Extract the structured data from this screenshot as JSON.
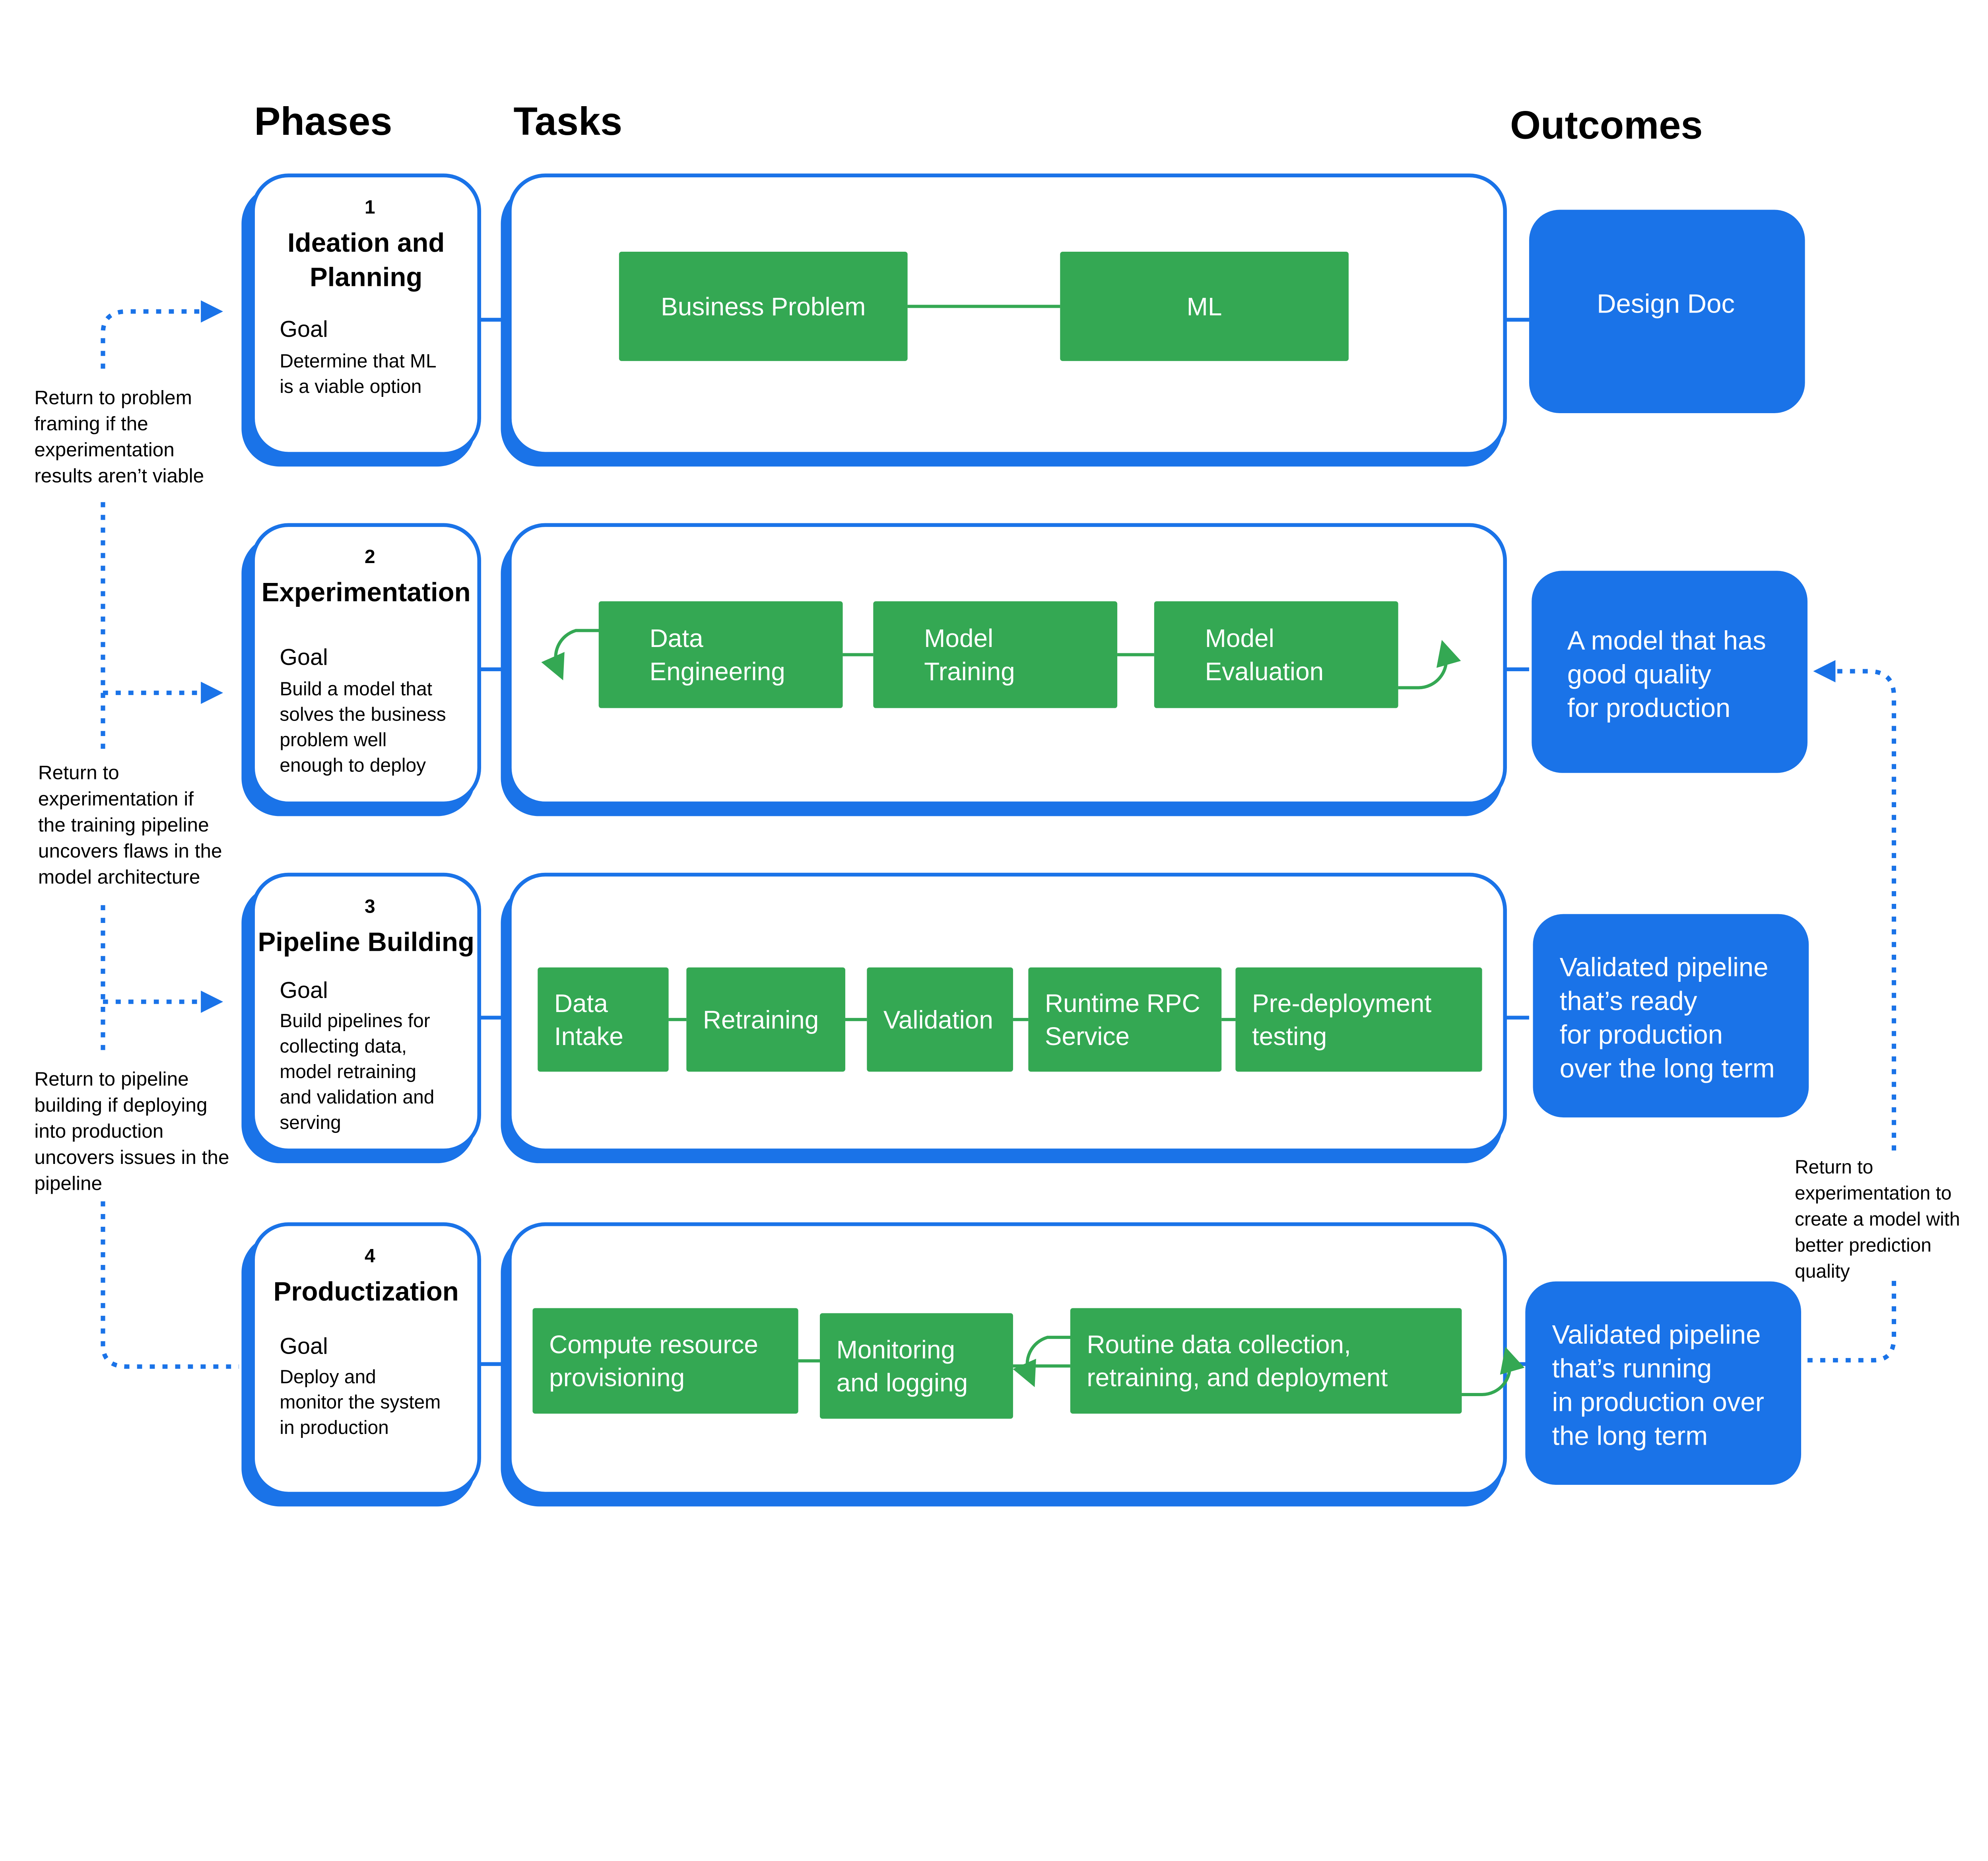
{
  "headers": {
    "phases": "Phases",
    "tasks": "Tasks",
    "outcomes": "Outcomes"
  },
  "colors": {
    "blue": "#1a73e8",
    "green": "#34a853"
  },
  "phases": [
    {
      "number": "1",
      "title": [
        "Ideation and",
        "Planning"
      ],
      "goal_label": "Goal",
      "goal": [
        "Determine that ML",
        "is a viable option"
      ]
    },
    {
      "number": "2",
      "title": [
        "Experimentation"
      ],
      "goal_label": "Goal",
      "goal": [
        "Build a model that",
        "solves the business",
        "problem well",
        "enough to deploy"
      ]
    },
    {
      "number": "3",
      "title": [
        "Pipeline Building"
      ],
      "goal_label": "Goal",
      "goal": [
        "Build pipelines for",
        "collecting data,",
        "model retraining",
        "and validation and",
        "serving"
      ]
    },
    {
      "number": "4",
      "title": [
        "Productization"
      ],
      "goal_label": "Goal",
      "goal": [
        "Deploy and",
        "monitor the system",
        "in production"
      ]
    }
  ],
  "tasks": [
    [
      [
        "Business Problem"
      ],
      [
        "ML"
      ]
    ],
    [
      [
        "Data",
        "Engineering"
      ],
      [
        "Model",
        "Training"
      ],
      [
        "Model",
        "Evaluation"
      ]
    ],
    [
      [
        "Data",
        "Intake"
      ],
      [
        "Retraining"
      ],
      [
        "Validation"
      ],
      [
        "Runtime RPC",
        "Service"
      ],
      [
        "Pre-deployment",
        "testing"
      ]
    ],
    [
      [
        "Compute  resource",
        "provisioning"
      ],
      [
        "Monitoring",
        "and logging"
      ],
      [
        "Routine data collection,",
        "retraining, and deployment"
      ]
    ]
  ],
  "outcomes": [
    [
      "Design Doc"
    ],
    [
      "A model that has",
      "good quality",
      "for production"
    ],
    [
      "Validated pipeline",
      "that’s ready",
      "for production",
      "over the long term"
    ],
    [
      "Validated pipeline",
      "that’s running",
      "in production over",
      "the long term"
    ]
  ],
  "notes": {
    "return_problem_framing": [
      "Return to problem",
      "framing if the",
      "experimentation",
      "results aren’t viable"
    ],
    "return_experimentation_left": [
      "Return to",
      "experimentation if",
      "the training pipeline",
      "uncovers flaws in the",
      "model architecture"
    ],
    "return_pipeline_building": [
      "Return to pipeline",
      "building if deploying",
      "into production",
      "uncovers issues in the",
      "pipeline"
    ],
    "return_experimentation_right": [
      "Return to",
      "experimentation to",
      "create a model with",
      "better prediction",
      "quality"
    ]
  }
}
